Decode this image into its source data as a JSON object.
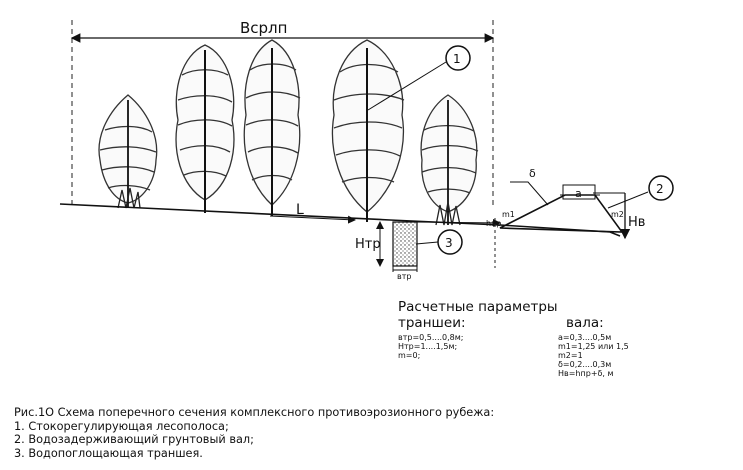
{
  "diagram": {
    "width_label": "Всрлп",
    "callouts": [
      "1",
      "2",
      "3"
    ],
    "slope_label": "L",
    "trench_depth_label": "Нтр",
    "trench_width_label": "втр",
    "bank_height_label": "Нв",
    "crest_width_label": "а",
    "delta_label": "δ",
    "m1_label": "m1",
    "m2_label": "m2",
    "hnp_label": "hпр"
  },
  "parameters": {
    "title_line1": "Расчетные параметры",
    "trench_heading": "траншеи:",
    "bank_heading": "вала:",
    "trench_items": [
      "втр=0,5....0,8м;",
      "Нтр=1....1,5м;",
      "m=0;"
    ],
    "bank_items": [
      "а=0,3....0,5м",
      "m1=1,25 или 1,5",
      "m2=1",
      "δ=0,2....0,3м",
      "Нв=hпр+δ, м"
    ]
  },
  "caption": {
    "title": "Рис.1О Схема поперечного сечения комплексного противоэрозионного рубежа:",
    "items": [
      "1. Стокорегулирующая лесополоса;",
      "2. Водозадерживающий грунтовый вал;",
      "3. Водопоглощающая траншея."
    ]
  }
}
